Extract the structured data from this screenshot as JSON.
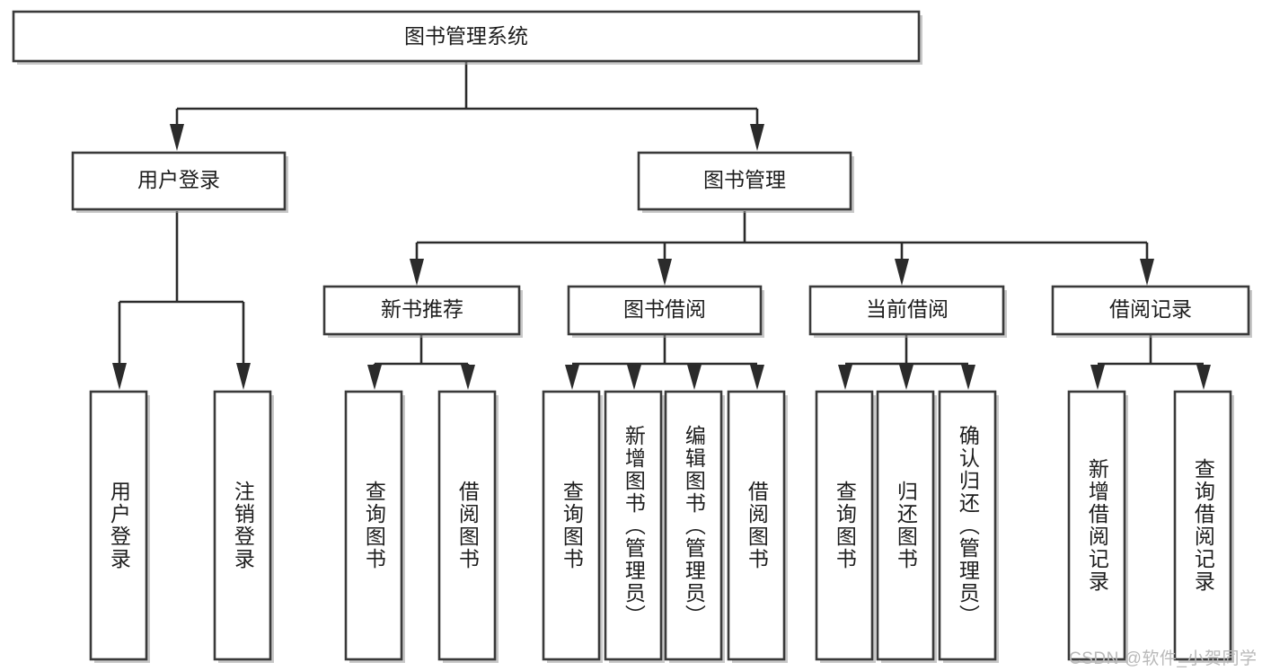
{
  "diagram": {
    "type": "tree-hierarchy-chart",
    "title": "图书管理系统",
    "background_color": "#ffffff",
    "box_stroke_color": "#3a3a3a",
    "connector_color": "#2b2b2b",
    "text_color": "#1d1d1d",
    "root": {
      "label": "图书管理系统"
    },
    "level2": [
      {
        "label": "用户登录"
      },
      {
        "label": "图书管理"
      }
    ],
    "level3": [
      {
        "label": "新书推荐"
      },
      {
        "label": "图书借阅"
      },
      {
        "label": "当前借阅"
      },
      {
        "label": "借阅记录"
      }
    ],
    "leaves": {
      "user_login": [
        {
          "label": "用户登录"
        },
        {
          "label": "注销登录"
        }
      ],
      "new_book_recommend": [
        {
          "label": "查询图书"
        },
        {
          "label": "借阅图书"
        }
      ],
      "book_borrow": [
        {
          "label": "查询图书"
        },
        {
          "label": "新增图书（管理员）"
        },
        {
          "label": "编辑图书（管理员）"
        },
        {
          "label": "借阅图书"
        }
      ],
      "current_borrow": [
        {
          "label": "查询图书"
        },
        {
          "label": "归还图书"
        },
        {
          "label": "确认归还（管理员）"
        }
      ],
      "borrow_record": [
        {
          "label": "新增借阅记录"
        },
        {
          "label": "查询借阅记录"
        }
      ]
    }
  },
  "watermark": {
    "text": "CSDN @软件_小贺同学"
  }
}
